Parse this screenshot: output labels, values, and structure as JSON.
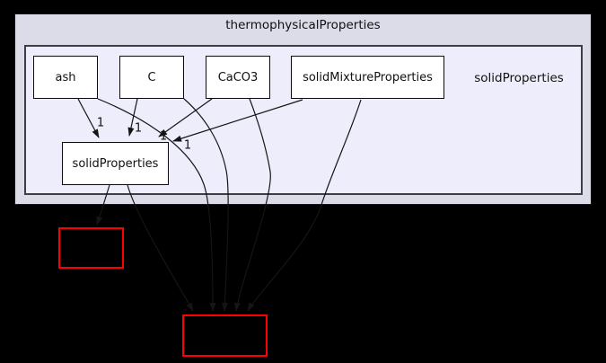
{
  "colors": {
    "background": "#000000",
    "outer-fill": "#dcdce9",
    "inner-fill": "#ededfb",
    "inner-border": "#3d3d46",
    "node-fill": "#ffffff",
    "node-border": "#0c0c0c",
    "edge": "#151515",
    "external-border": "#fe0000",
    "text": "#111111"
  },
  "graph": {
    "outer_label": "thermophysicalProperties",
    "inner_label": "solidProperties",
    "nodes": [
      {
        "label": "ash"
      },
      {
        "label": "C"
      },
      {
        "label": "CaCO3"
      },
      {
        "label": "solidMixtureProperties"
      },
      {
        "label": "solidProperties"
      }
    ],
    "external_nodes": [
      {
        "note": "truncated node, red border, no visible label"
      },
      {
        "note": "truncated node, red border, no visible label"
      }
    ],
    "edge_labels": [
      "1",
      "1",
      "1",
      "1"
    ],
    "edges": [
      {
        "from": "ash",
        "to": "solidProperties",
        "label": "1"
      },
      {
        "from": "C",
        "to": "solidProperties",
        "label": "1"
      },
      {
        "from": "CaCO3",
        "to": "solidProperties",
        "label": "1"
      },
      {
        "from": "solidMixtureProperties",
        "to": "solidProperties",
        "label": "1"
      },
      {
        "from": "solidProperties",
        "to": "external-1",
        "label": ""
      },
      {
        "from": "solidProperties",
        "to": "external-2",
        "label": ""
      },
      {
        "from": "ash",
        "to": "external-2",
        "label": ""
      },
      {
        "from": "C",
        "to": "external-2",
        "label": ""
      },
      {
        "from": "CaCO3",
        "to": "external-2",
        "label": ""
      },
      {
        "from": "solidMixtureProperties",
        "to": "external-2",
        "label": ""
      }
    ]
  }
}
